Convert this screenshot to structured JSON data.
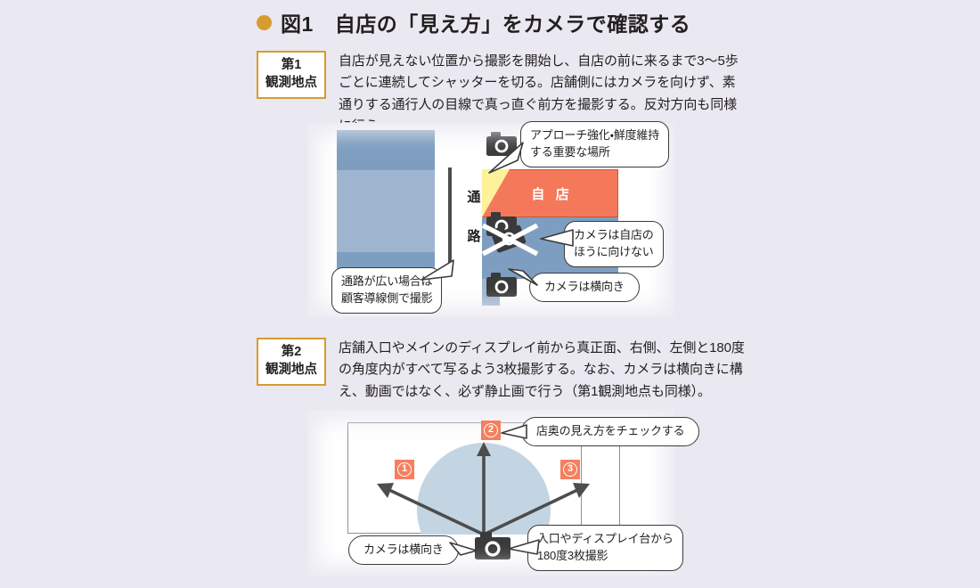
{
  "title": {
    "bullet": "orange-dot",
    "figure_no": "図1",
    "text": "自店の「見え方」をカメラで確認する"
  },
  "colors": {
    "page_background": "#eae8f0",
    "accent_orange": "#d89b30",
    "store_red": "#f4795b",
    "badge_orange": "#f4805e",
    "block_blue_dark": "#7d9ec0",
    "block_blue_light": "#9fb5cf",
    "semicircle_blue": "#c3d5e2",
    "highlight_yellow": "#fdf19a"
  },
  "steps": [
    {
      "badge_line1": "第1",
      "badge_line2": "観測地点",
      "body": "自店が見えない位置から撮影を開始し、自店の前に来るまで3〜5歩ごとに連続してシャッターを切る。店舗側にはカメラを向けず、素通りする通行人の目線で真っ直ぐ前方を撮影する。反対方向も同様に行う。"
    },
    {
      "badge_line1": "第2",
      "badge_line2": "観測地点",
      "body": "店舗入口やメインのディスプレイ前から真正面、右側、左側と180度の角度内がすべて写るよう3枚撮影する。なお、カメラは横向きに構え、動画ではなく、必ず静止画で行う（第1観測地点も同様）。"
    }
  ],
  "figure1": {
    "aisle_label_char1": "通",
    "aisle_label_char2": "路",
    "store_label": "自 店",
    "callouts": {
      "approach_line1": "アプローチ強化・鮮度維持",
      "approach_line2": "する重要な場所",
      "no_face_line1": "カメラは自店の",
      "no_face_line2": "ほうに向けない",
      "wide_aisle_line1": "通路が広い場合は",
      "wide_aisle_line2": "顧客導線側で撮影",
      "landscape": "カメラは横向き"
    },
    "camera_icons": [
      "camera-icon-top",
      "camera-icon-middle",
      "camera-icon-bottom"
    ],
    "banned_icon": "camera-crossed-out-icon"
  },
  "figure2": {
    "badges": [
      {
        "number": "1",
        "meaning": "left-angle-shot"
      },
      {
        "number": "2",
        "meaning": "straight-ahead-shot"
      },
      {
        "number": "3",
        "meaning": "right-angle-shot"
      }
    ],
    "callouts": {
      "check_back": "店奥の見え方をチェックする",
      "landscape": "カメラは横向き",
      "entrance_line1": "入口やディスプレイ台から",
      "entrance_line2": "180度3枚撮影"
    },
    "camera_icon": "camera-icon-bottom",
    "angle_degrees": "180"
  }
}
